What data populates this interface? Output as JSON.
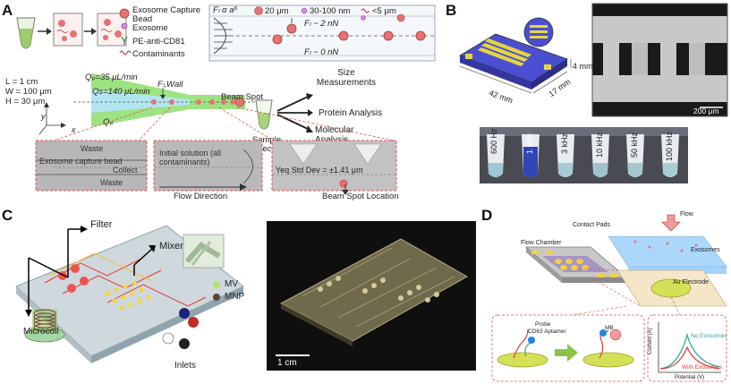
{
  "panels": {
    "a": {
      "label": "A",
      "legend": [
        "Exosome Capture Bead",
        "Exosome",
        "PE-anti-CD81",
        "Contaminants"
      ],
      "force_eq": "Fₗ α a⁶",
      "sizes": [
        "20 μm",
        "30-100 nm",
        "<5 μm"
      ],
      "force_top": "Fₗ ~ 2 nN",
      "force_bottom": "Fₗ ~ 0 nN",
      "dims": [
        "L = 1 cm",
        "W = 100 μm",
        "H = 30 μm"
      ],
      "qp_top": "Qₚ=35 μL/min",
      "qs": "Qs=140 μL/min",
      "qp_bottom": "Qₚ",
      "fl_wall": "Fₗ,Wall",
      "beam_spot": "Beam Spot",
      "sample_collection": "Sample Collection",
      "analyses": [
        "Size Measurements",
        "Protein Analysis",
        "Molecular Analysis"
      ],
      "axis_y": "y",
      "axis_x": "x",
      "inset1": [
        "Waste",
        "Exosome capture bead",
        "Collect",
        "Waste"
      ],
      "inset2": "Initial solution (all contaminants)",
      "inset3": "Yeq Std Dev = ±1.41 μm",
      "flow_direction": "Flow Direction",
      "beam_spot_location": "Beam Spot Location"
    },
    "b": {
      "label": "B",
      "dim_width": "42 mm",
      "dim_depth": "17 mm",
      "dim_height": "4 mm",
      "scale_bar": "200 μm",
      "tubes": [
        "600 Hz",
        "1 kHz",
        "3 kHz",
        "10 kHz",
        "50 kHz",
        "100 kHz"
      ]
    },
    "c": {
      "label": "C",
      "filter": "Filter",
      "mixer": "Mixer",
      "legend_mv": "MV",
      "legend_mnp": "MNP",
      "microcoil": "Microcoil",
      "inlets": "Inlets",
      "scale_bar": "1 cm"
    },
    "d": {
      "label": "D",
      "contact_pads": "Contact Pads",
      "flow": "Flow",
      "flow_chamber": "Flow Chamber",
      "exosomes": "Exosomes",
      "au_electrode": "Au Electrode",
      "probe": "Probe",
      "aptamer": "CD63 Aptamer",
      "mb": "MB",
      "no_exosomes": "No Exosomes",
      "with_exosomes": "With Exosomes",
      "y_axis": "Current (A)",
      "x_axis": "Potential (V)"
    }
  }
}
